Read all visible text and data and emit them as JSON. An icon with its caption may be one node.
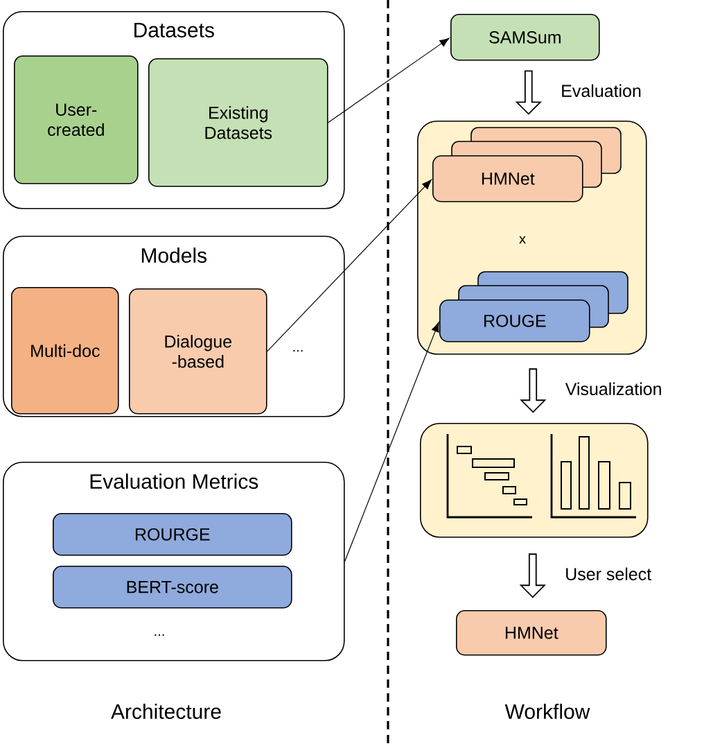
{
  "diagram": {
    "nodes": [
      {
        "text": [
          "Datasets"
        ]
      },
      {
        "text": [
          "User-created"
        ],
        "in": 0
      },
      {
        "text": [
          "Existing Datasets"
        ],
        "in": 0
      },
      {
        "text": [
          "Models"
        ]
      },
      {
        "text": [
          "Multi-doc"
        ],
        "in": 3
      },
      {
        "text": [
          "Dialogue -based"
        ],
        "in": 3
      },
      {
        "text": [
          "Evaluation Metrics"
        ]
      },
      {
        "text": [
          "ROURGE"
        ],
        "in": 6
      },
      {
        "text": [
          "BERT-score"
        ],
        "in": 6
      },
      {
        "text": [
          "SAMSum"
        ]
      },
      {
        "text": [],
        "shape": "box"
      },
      {
        "text": [
          "HMNet"
        ],
        "in": 10
      },
      {
        "text": [
          "ROUGE"
        ],
        "in": 10
      },
      {
        "text": [],
        "shape": "box"
      },
      {
        "text": [
          "HMNet"
        ]
      }
    ],
    "edges": [
      {
        "from": 2,
        "to": 9,
        "arrow": "to"
      },
      {
        "from": 5,
        "to": 11,
        "arrow": "to"
      },
      {
        "from": 6,
        "to": 12,
        "arrow": "to"
      },
      {
        "from": 9,
        "to": 10,
        "arrow": "to",
        "label": "Evaluation",
        "style": "thick"
      },
      {
        "from": 10,
        "to": 13,
        "arrow": "to",
        "label": "Visualization",
        "style": "thick"
      },
      {
        "from": 13,
        "to": 14,
        "arrow": "to",
        "label": "User select",
        "style": "thick"
      }
    ],
    "labels": [
      "x",
      "...",
      "...",
      "Architecture",
      "Workflow"
    ]
  }
}
